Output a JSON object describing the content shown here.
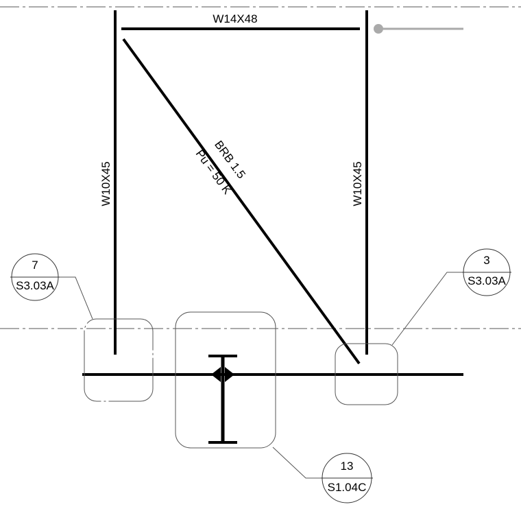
{
  "frame": {
    "beam_label": "W14X48",
    "left_column_label": "W10X45",
    "right_column_label": "W10X45",
    "brace_label_1": "BRB 1.5",
    "brace_label_2": "Pu = 50 K"
  },
  "callouts": [
    {
      "number": "7",
      "sheet": "S3.03A"
    },
    {
      "number": "3",
      "sheet": "S3.03A"
    },
    {
      "number": "13",
      "sheet": "S1.04C"
    }
  ],
  "colors": {
    "member": "#000000",
    "gridline": "#555555",
    "marker": "#aaaaaa"
  }
}
